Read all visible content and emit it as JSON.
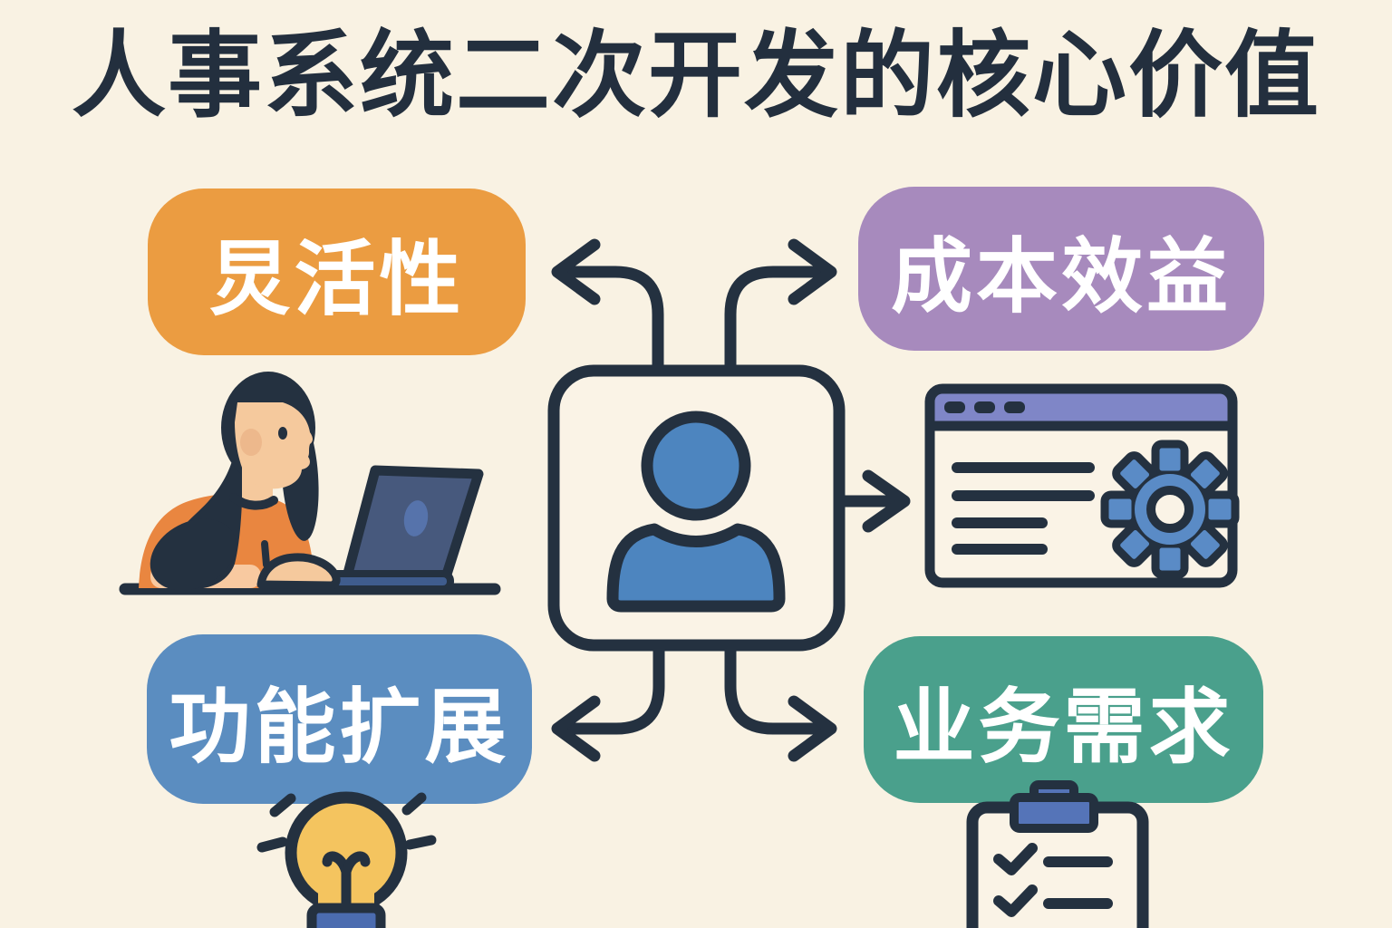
{
  "title": "人事系统二次开发的核心价值",
  "nodes": {
    "flexibility": {
      "label": "炅活性",
      "color": "#eb9c41",
      "position": "top-left"
    },
    "cost_benefit": {
      "label": "成本效益",
      "color": "#a78abd",
      "position": "top-right"
    },
    "feature_expansion": {
      "label": "功能扩展",
      "color": "#5b8dc0",
      "position": "bottom-left"
    },
    "business_needs": {
      "label": "业务需求",
      "color": "#4aa08c",
      "position": "bottom-right"
    }
  },
  "icons": {
    "center": "user-profile-icon",
    "left": "woman-working-at-laptop-illustration",
    "right": "software-window-with-gear-icon",
    "bottom_left": "lightbulb-icon",
    "bottom_right": "clipboard-checklist-icon"
  },
  "colors": {
    "background": "#f9f2e3",
    "outline_navy": "#243140",
    "title_text": "#232f3e",
    "pill_text": "#ffffff",
    "person_blue": "#4d85bf",
    "window_titlebar": "#7f86c7",
    "gear_blue": "#5a8bc6",
    "laptop_screen": "#47597d",
    "laptop_base": "#3f5c8d",
    "skin": "#f5c99d",
    "shirt_orange": "#e98640",
    "bulb_yellow": "#f4c45f",
    "bulb_base_blue": "#4b6cb0",
    "clip_blue": "#5574b8"
  }
}
